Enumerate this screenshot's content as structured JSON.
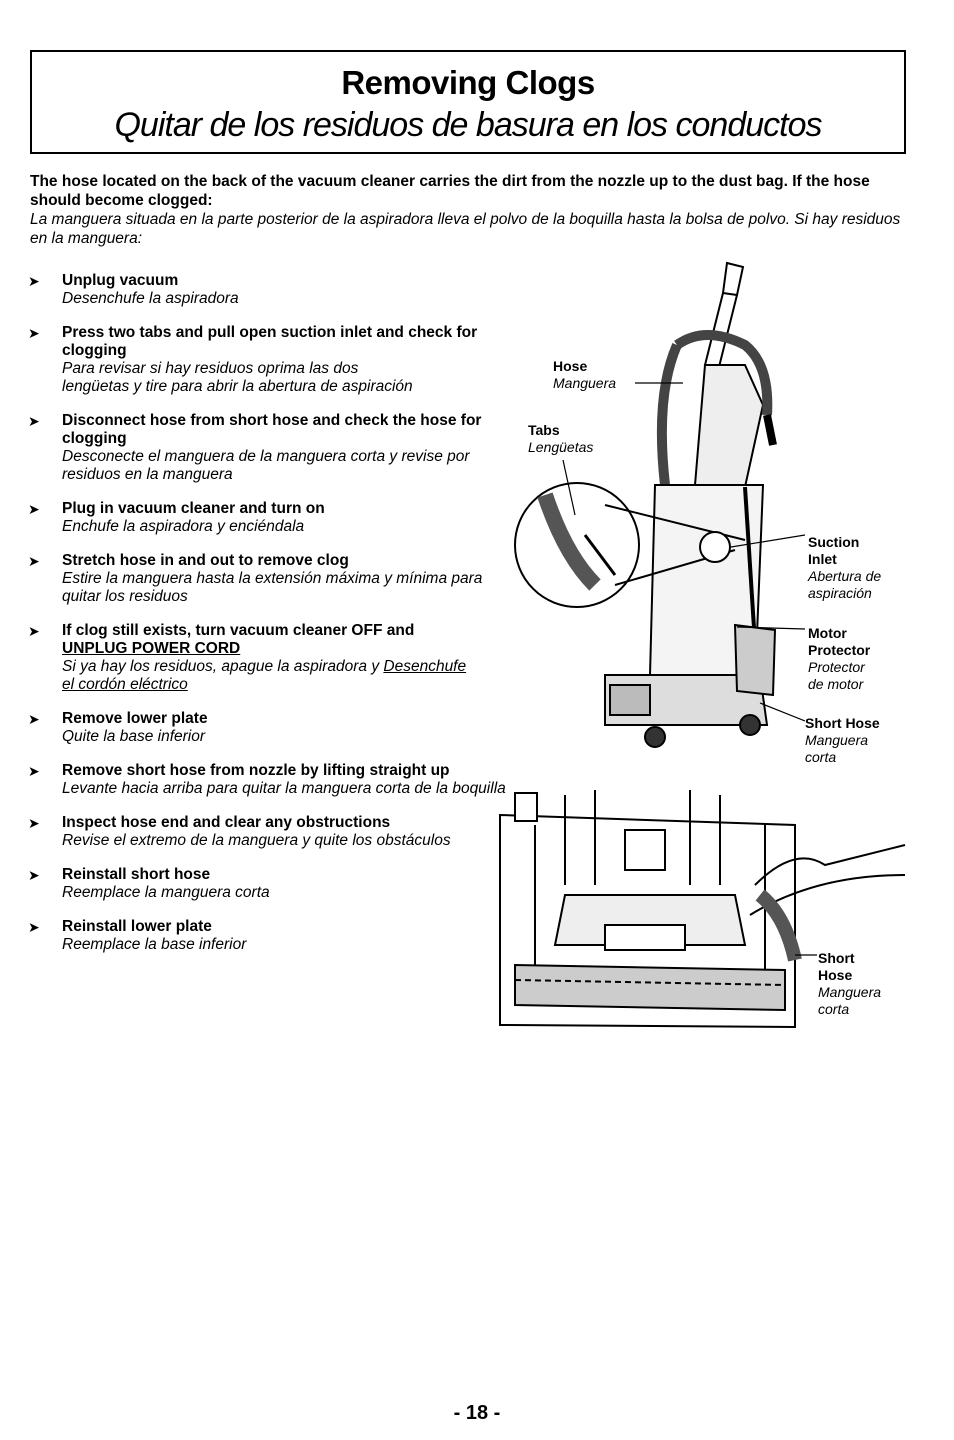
{
  "title": {
    "en": "Removing Clogs",
    "es": "Quitar de los residuos de basura en los conductos"
  },
  "intro": {
    "en": "The hose located on the back of the vacuum cleaner carries the dirt from the nozzle up to the dust bag. If the hose should become clogged:",
    "es": "La manguera situada en la parte posterior de la aspiradora lleva el polvo de la boquilla hasta la bolsa de polvo. Si hay residuos en la manguera:"
  },
  "arrow": "➤",
  "steps": [
    {
      "en": "Unplug vacuum",
      "es": "Desenchufe la aspiradora"
    },
    {
      "en": "Press two tabs and pull open suction inlet and check for clogging",
      "es": "Para revisar si hay residuos oprima las dos lengüetas y tire para abrir la abertura de aspiración"
    },
    {
      "en": "Disconnect hose from short hose and check the hose for clogging",
      "es": "Desconecte el manguera de la manguera corta y revise por residuos en la manguera"
    },
    {
      "en": "Plug in vacuum cleaner and turn on",
      "es": "Enchufe la aspiradora y enciéndala"
    },
    {
      "en": "Stretch hose in and out to remove clog",
      "es": "Estire la manguera hasta la extensión máxima y mínima para quitar los residuos"
    },
    {
      "en_a": "If clog still exists, turn vacuum cleaner OFF and ",
      "en_u": "UNPLUG POWER CORD",
      "es_a": "Si ya hay los residuos, apague la aspiradora y ",
      "es_u": "Desenchufe el cordón eléctrico"
    },
    {
      "en": "Remove lower plate",
      "es": "Quite la base inferior"
    },
    {
      "en": "Remove short hose from nozzle by lifting straight up",
      "es": "Levante hacia arriba para quitar la manguera corta de la boquilla"
    },
    {
      "en": "Inspect hose end and clear any obstructions",
      "es": "Revise el extremo de la manguera y quite los obstáculos"
    },
    {
      "en": "Reinstall short hose",
      "es": "Reemplace la manguera corta"
    },
    {
      "en": "Reinstall lower plate",
      "es": "Reemplace la base inferior"
    }
  ],
  "labels": {
    "hose": {
      "en": "Hose",
      "es": "Manguera"
    },
    "tabs": {
      "en": "Tabs",
      "es": "Lengüetas"
    },
    "suction_inlet": {
      "en1": "Suction",
      "en2": "Inlet",
      "es1": "Abertura de",
      "es2": "aspiración"
    },
    "motor_protector": {
      "en1": "Motor",
      "en2": "Protector",
      "es1": "Protector",
      "es2": "de motor"
    },
    "short_hose_top": {
      "en": "Short Hose",
      "es1": "Manguera",
      "es2": "corta"
    },
    "short_hose_bottom": {
      "en1": "Short",
      "en2": "Hose",
      "es1": "Manguera",
      "es2": "corta"
    }
  },
  "page_number": "- 18 -"
}
